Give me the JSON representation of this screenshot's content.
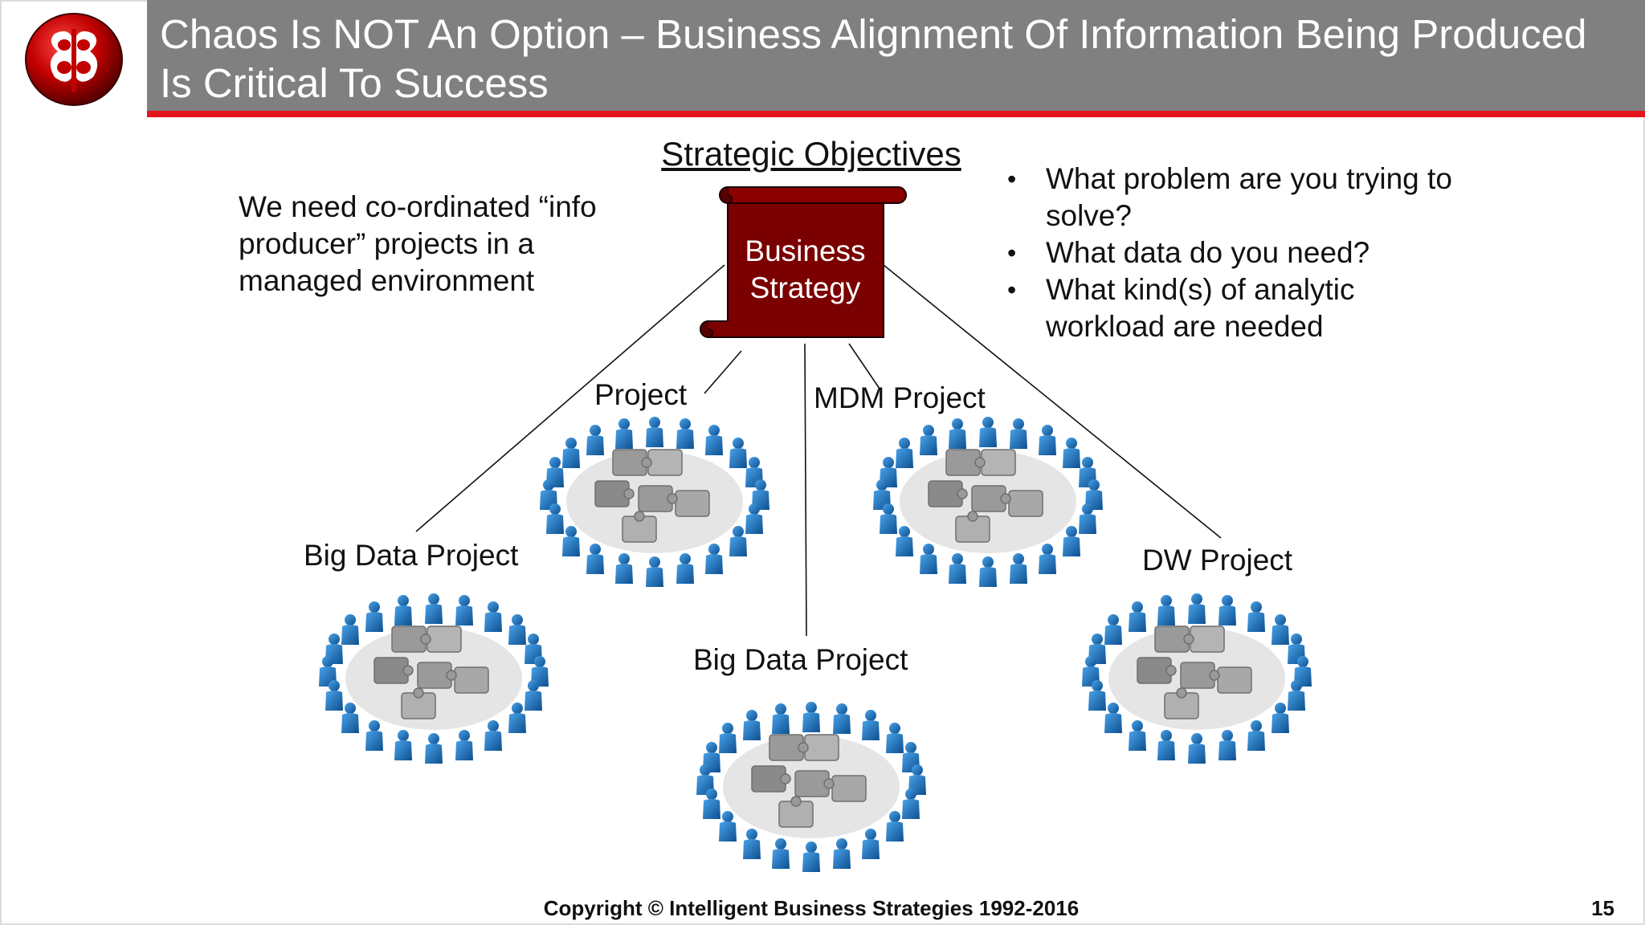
{
  "slide": {
    "title": "Chaos Is NOT An Option – Business Alignment Of Information Being Produced Is Critical To Success",
    "heading": "Strategic Objectives",
    "left_note": "We need co-ordinated “info producer” projects in a managed environment",
    "scroll_label": "Business Strategy",
    "bullets": [
      "What problem are you trying to solve?",
      "What data do you need?",
      "What kind(s) of analytic workload are needed"
    ],
    "projects": [
      {
        "label": "Project"
      },
      {
        "label": "MDM Project"
      },
      {
        "label": "Big Data Project"
      },
      {
        "label": "Big Data Project"
      },
      {
        "label": "DW Project"
      }
    ],
    "footer": "Copyright © Intelligent Business Strategies 1992-2016",
    "page_number": "15"
  },
  "colors": {
    "title_bar": "#808080",
    "title_rule": "#e3141b",
    "scroll": "#7b0000",
    "people": "#1e6fb8",
    "puzzle": "#9a9a9a"
  },
  "icons": {
    "logo": "ibs-logo",
    "scroll": "scroll-icon",
    "group": "people-circle-puzzle-icon"
  }
}
